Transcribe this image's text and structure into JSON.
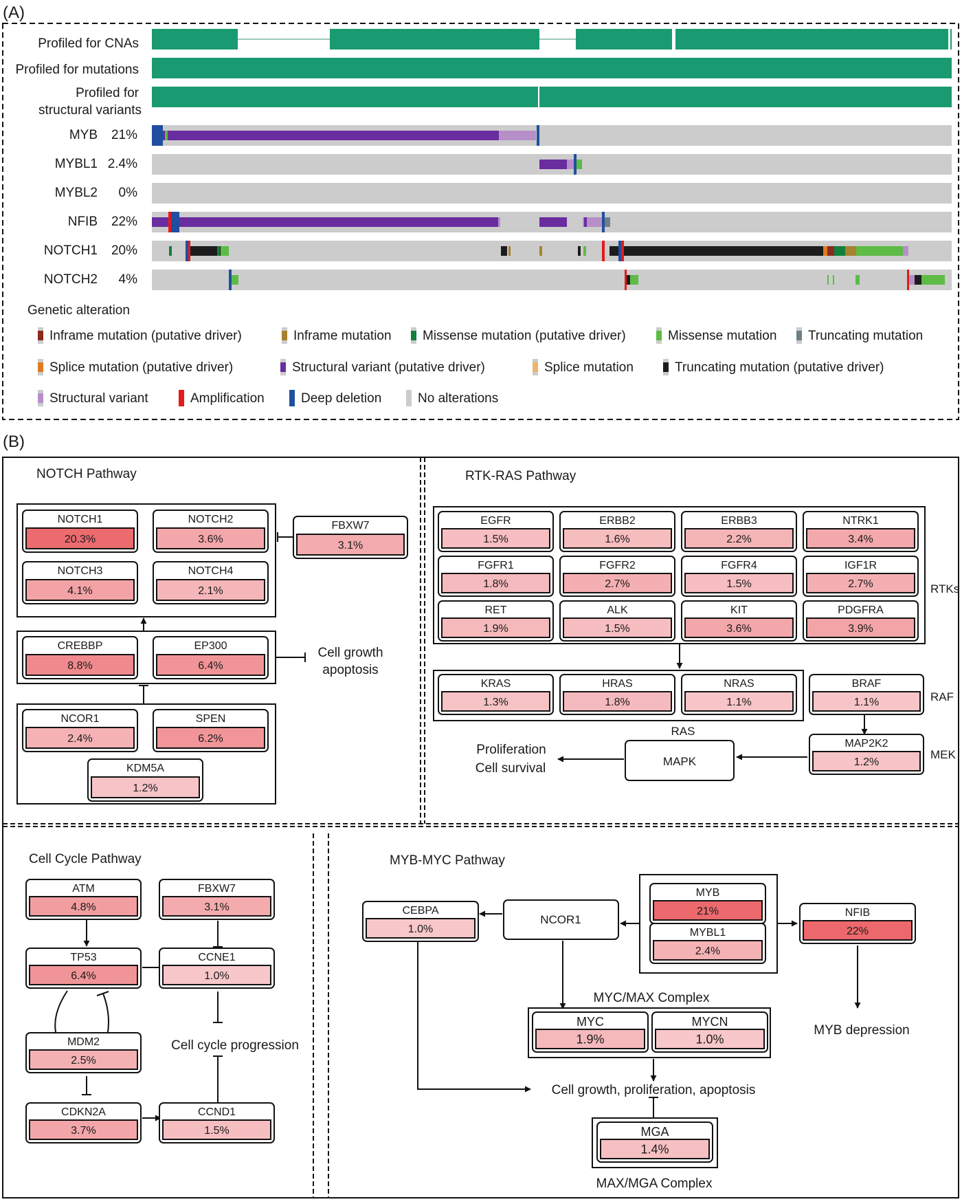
{
  "panel_a": {
    "label": "(A)",
    "profile_tracks": [
      {
        "lines": [
          "Profiled for CNAs"
        ]
      },
      {
        "lines": [
          "Profiled for mutations"
        ]
      },
      {
        "lines": [
          "Profiled for",
          "structural variants"
        ]
      }
    ],
    "genes": [
      {
        "name": "MYB",
        "pct": "21%"
      },
      {
        "name": "MYBL1",
        "pct": "2.4%"
      },
      {
        "name": "MYBL2",
        "pct": "0%"
      },
      {
        "name": "NFIB",
        "pct": "22%"
      },
      {
        "name": "NOTCH1",
        "pct": "20%"
      },
      {
        "name": "NOTCH2",
        "pct": "4%"
      }
    ],
    "legend_title": "Genetic alteration",
    "legend": [
      {
        "label": "Inframe mutation (putative driver)",
        "color": "#8b2a1e"
      },
      {
        "label": "Inframe mutation",
        "color": "#a7822f"
      },
      {
        "label": "Missense mutation (putative driver)",
        "color": "#11803c"
      },
      {
        "label": "Missense mutation",
        "color": "#5dbb46"
      },
      {
        "label": "Truncating mutation",
        "color": "#6f7f87"
      },
      {
        "label": "Splice mutation (putative driver)",
        "color": "#e07b22"
      },
      {
        "label": "Structural variant (putative driver)",
        "color": "#6a2d9f"
      },
      {
        "label": "Splice mutation",
        "color": "#eeb36e"
      },
      {
        "label": "Truncating mutation (putative driver)",
        "color": "#1c1c1c"
      },
      {
        "label": "Structural variant",
        "color": "#b68fc9"
      },
      {
        "label": "Amplification",
        "color": "#e41a1c"
      },
      {
        "label": "Deep deletion",
        "color": "#1f4fa0"
      },
      {
        "label": "No alterations",
        "color": "#cccccc"
      }
    ]
  },
  "panel_b": {
    "label": "(B)",
    "notch": {
      "title": "NOTCH  Pathway",
      "genes": [
        {
          "name": "NOTCH1",
          "pct": "20.3%"
        },
        {
          "name": "NOTCH2",
          "pct": "3.6%"
        },
        {
          "name": "NOTCH3",
          "pct": "4.1%"
        },
        {
          "name": "NOTCH4",
          "pct": "2.1%"
        },
        {
          "name": "FBXW7",
          "pct": "3.1%"
        },
        {
          "name": "CREBBP",
          "pct": "8.8%"
        },
        {
          "name": "EP300",
          "pct": "6.4%"
        },
        {
          "name": "NCOR1",
          "pct": "2.4%"
        },
        {
          "name": "SPEN",
          "pct": "6.2%"
        },
        {
          "name": "KDM5A",
          "pct": "1.2%"
        }
      ],
      "outcome": [
        "Cell growth",
        "apoptosis"
      ]
    },
    "rtk": {
      "title": "RTK-RAS  Pathway",
      "genes": [
        {
          "name": "EGFR",
          "pct": "1.5%"
        },
        {
          "name": "ERBB2",
          "pct": "1.6%"
        },
        {
          "name": "ERBB3",
          "pct": "2.2%"
        },
        {
          "name": "NTRK1",
          "pct": "3.4%"
        },
        {
          "name": "FGFR1",
          "pct": "1.8%"
        },
        {
          "name": "FGFR2",
          "pct": "2.7%"
        },
        {
          "name": "FGFR4",
          "pct": "1.5%"
        },
        {
          "name": "IGF1R",
          "pct": "2.7%"
        },
        {
          "name": "RET",
          "pct": "1.9%"
        },
        {
          "name": "ALK",
          "pct": "1.5%"
        },
        {
          "name": "KIT",
          "pct": "3.6%"
        },
        {
          "name": "PDGFRA",
          "pct": "3.9%"
        },
        {
          "name": "KRAS",
          "pct": "1.3%"
        },
        {
          "name": "HRAS",
          "pct": "1.8%"
        },
        {
          "name": "NRAS",
          "pct": "1.1%"
        },
        {
          "name": "BRAF",
          "pct": "1.1%"
        },
        {
          "name": "MAP2K2",
          "pct": "1.2%"
        }
      ],
      "labels": {
        "rtks": "RTKs",
        "raf": "RAF",
        "mek": "MEK",
        "ras": "RAS",
        "mapk": "MAPK"
      },
      "outcome": [
        "Proliferation",
        "Cell survival"
      ]
    },
    "cell_cycle": {
      "title": "Cell Cycle  Pathway",
      "genes": [
        {
          "name": "ATM",
          "pct": "4.8%"
        },
        {
          "name": "FBXW7",
          "pct": "3.1%"
        },
        {
          "name": "TP53",
          "pct": "6.4%"
        },
        {
          "name": "CCNE1",
          "pct": "1.0%"
        },
        {
          "name": "MDM2",
          "pct": "2.5%"
        },
        {
          "name": "CDKN2A",
          "pct": "3.7%"
        },
        {
          "name": "CCND1",
          "pct": "1.5%"
        }
      ],
      "outcome": "Cell cycle progression"
    },
    "mybmyc": {
      "title": "MYB-MYC Pathway",
      "genes": [
        {
          "name": "CEBPA",
          "pct": "1.0%"
        },
        {
          "name": "MYB",
          "pct": "21%"
        },
        {
          "name": "MYBL1",
          "pct": "2.4%"
        },
        {
          "name": "NFIB",
          "pct": "22%"
        },
        {
          "name": "MYC",
          "pct": "1.9%"
        },
        {
          "name": "MYCN",
          "pct": "1.0%"
        },
        {
          "name": "MGA",
          "pct": "1.4%"
        }
      ],
      "ncor1": "NCOR1",
      "myc_max_label": "MYC/MAX Complex",
      "max_mga_label": "MAX/MGA Complex",
      "outcome": "Cell growth, proliferation, apoptosis",
      "nfib_outcome": "MYB depression"
    }
  }
}
